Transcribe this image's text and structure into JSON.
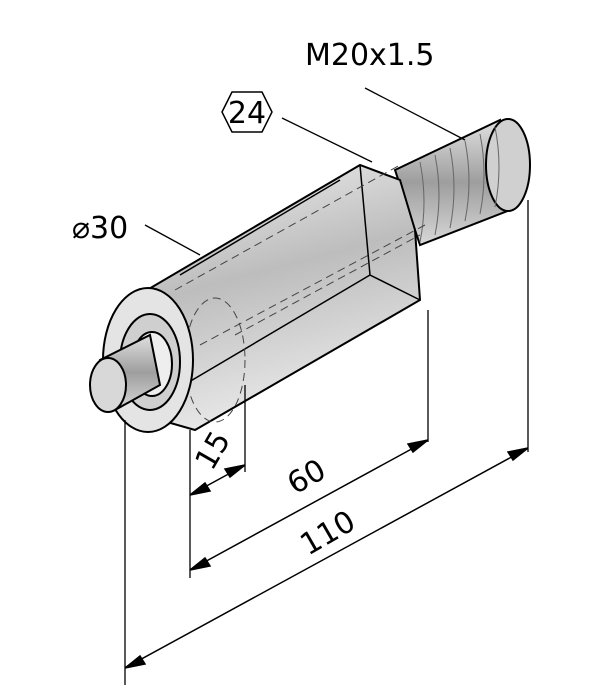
{
  "labels": {
    "thread": "M20x1.5",
    "hex_size": "24",
    "diameter": "⌀30",
    "dim_15": "15",
    "dim_60": "60",
    "dim_110": "110"
  },
  "colors": {
    "line": "#000000",
    "shade": "#c8c8c8",
    "light": "#e6e6e6"
  }
}
